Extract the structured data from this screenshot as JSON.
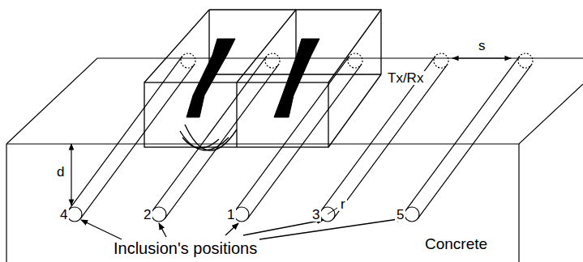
{
  "diagram": {
    "labels": [
      "Tx/Rx",
      "s",
      "d",
      "r",
      "4",
      "2",
      "1",
      "3",
      "5",
      "Inclusion's positions",
      "Concrete"
    ]
  }
}
